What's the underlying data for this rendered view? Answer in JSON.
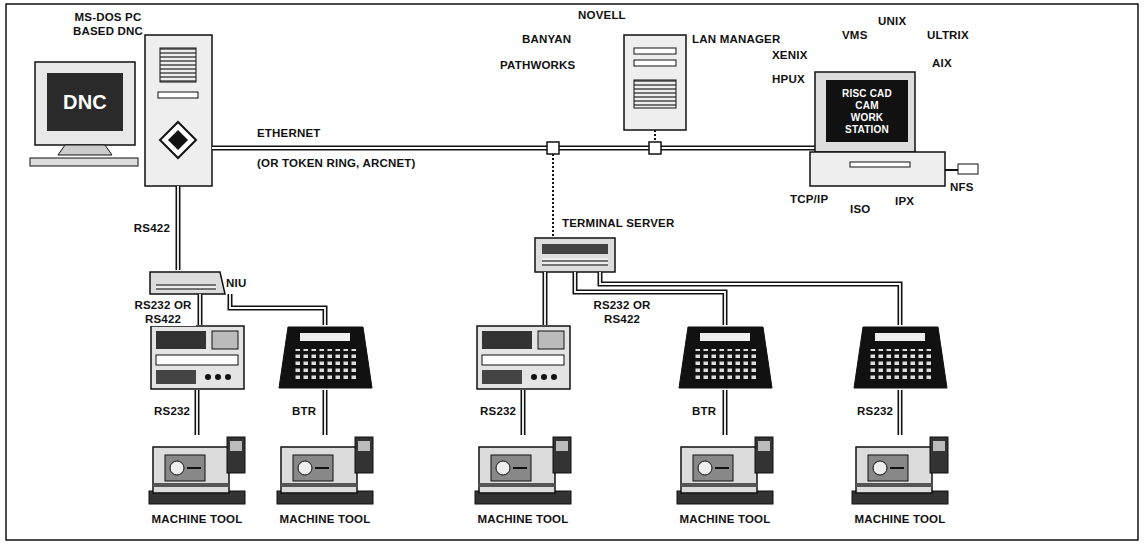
{
  "diagram": {
    "nodes": [
      {
        "text": [
          "MS-DOS PC BASED DNC",
          "DNC"
        ]
      },
      {
        "text": [
          "NOVELL",
          "BANYAN",
          "LAN MANAGER",
          "PATHWORKS"
        ]
      },
      {
        "text": [
          "RISC CAD CAM WORK STATION"
        ]
      },
      {
        "text": [
          "NIU"
        ]
      },
      {
        "text": [
          "TERMINAL SERVER"
        ]
      },
      {
        "text": [
          "MACHINE TOOL"
        ]
      },
      {
        "text": [
          "MACHINE TOOL"
        ]
      },
      {
        "text": [
          "MACHINE TOOL"
        ]
      },
      {
        "text": [
          "MACHINE TOOL"
        ]
      },
      {
        "text": [
          "MACHINE TOOL"
        ]
      }
    ],
    "edges": [
      {
        "from": 0,
        "to": 3,
        "label": "RS422",
        "arrow": "none"
      }
    ],
    "labels": [
      "ETHERNET",
      "(OR TOKEN RING, ARCNET)",
      "VMS",
      "UNIX",
      "ULTRIX",
      "XENIX",
      "AIX",
      "HPUX",
      "TCP/IP",
      "ISO",
      "IPX",
      "NFS",
      "RS232 OR RS422",
      "RS232",
      "BTR",
      "RS232",
      "RS232 OR RS422",
      "BTR",
      "RS232"
    ]
  }
}
